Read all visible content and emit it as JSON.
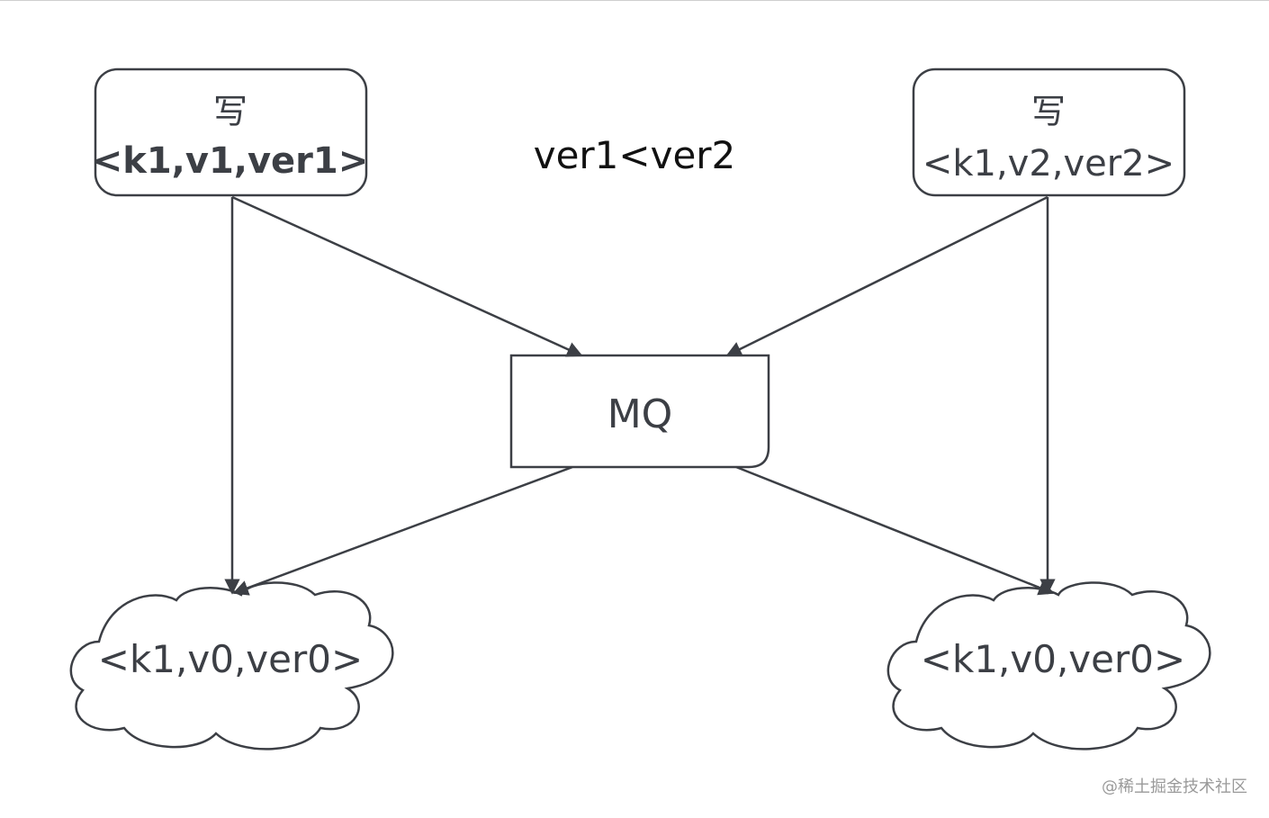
{
  "writer_left": {
    "title": "写",
    "tuple": "<k1,v1,ver1>"
  },
  "writer_right": {
    "title": "写",
    "tuple": "<k1,v2,ver2>"
  },
  "version_note": "ver1<ver2",
  "queue": {
    "label": "MQ"
  },
  "store_left": {
    "label": "<k1,v0,ver0>"
  },
  "store_right": {
    "label": "<k1,v0,ver0>"
  },
  "watermark": "@稀土掘金技术社区",
  "colors": {
    "stroke": "#3c3f45",
    "note": "#111111",
    "watermark": "#9a9a9a"
  }
}
